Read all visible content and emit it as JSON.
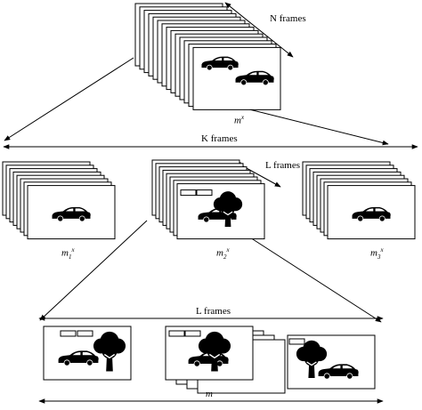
{
  "labels": {
    "n_frames": "N frames",
    "k_frames": "K frames",
    "l_frames_top": "L frames",
    "l_frames_bottom": "L frames",
    "m": "m"
  },
  "stacks": {
    "top": {
      "base": "m",
      "sup": "x",
      "sub": ""
    },
    "m1": {
      "base": "m",
      "sub": "1",
      "sup": "x"
    },
    "m2": {
      "base": "m",
      "sub": "2",
      "sup": "x"
    },
    "m3": {
      "base": "m",
      "sub": "3",
      "sup": "x"
    }
  },
  "icons": [
    "car-icon",
    "tree-icon",
    "rectangle-icon"
  ],
  "colors": {
    "stroke": "#000000",
    "fill": "#ffffff",
    "silhouette": "#000000"
  }
}
